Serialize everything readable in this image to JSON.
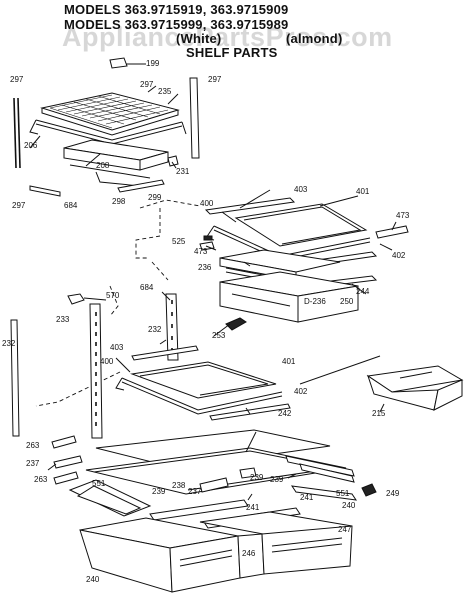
{
  "header": {
    "line1": "MODELS 363.9715919, 363.9715909",
    "line2": "MODELS 363.9715999, 363.9715989",
    "line3a": "(White)",
    "line3b": "(almond)",
    "line4": "SHELF PARTS",
    "watermark": "AppliancePartsPros.com"
  },
  "parts": {
    "p199": "199",
    "p297a": "297",
    "p297b": "297",
    "p297c": "297",
    "p297d": "297",
    "p235": "235",
    "p206": "206",
    "p208": "208",
    "p231": "231",
    "p684a": "684",
    "p298": "298",
    "p299": "299",
    "p403a": "403",
    "p401a": "401",
    "p400a": "400",
    "p473a": "473",
    "p473b": "473",
    "p525": "525",
    "p402a": "402",
    "p236a": "236",
    "p244": "244",
    "p236b": "D-236",
    "p250": "250",
    "p684b": "684",
    "p570": "570",
    "p233": "233",
    "p232a": "232",
    "p253": "253",
    "p232b": "232",
    "p403b": "403",
    "p400b": "400",
    "p401b": "401",
    "p402b": "402",
    "p215": "215",
    "p242": "242",
    "p263a": "263",
    "p237a": "237",
    "p263b": "263",
    "p551a": "551",
    "p239a": "239",
    "p238": "238",
    "p237b": "237",
    "p239b": "239",
    "p239c": "239",
    "p241a": "241",
    "p249": "249",
    "p551b": "551",
    "p240a": "240",
    "p241b": "241",
    "p247": "247",
    "p246": "246",
    "p240b": "240"
  }
}
